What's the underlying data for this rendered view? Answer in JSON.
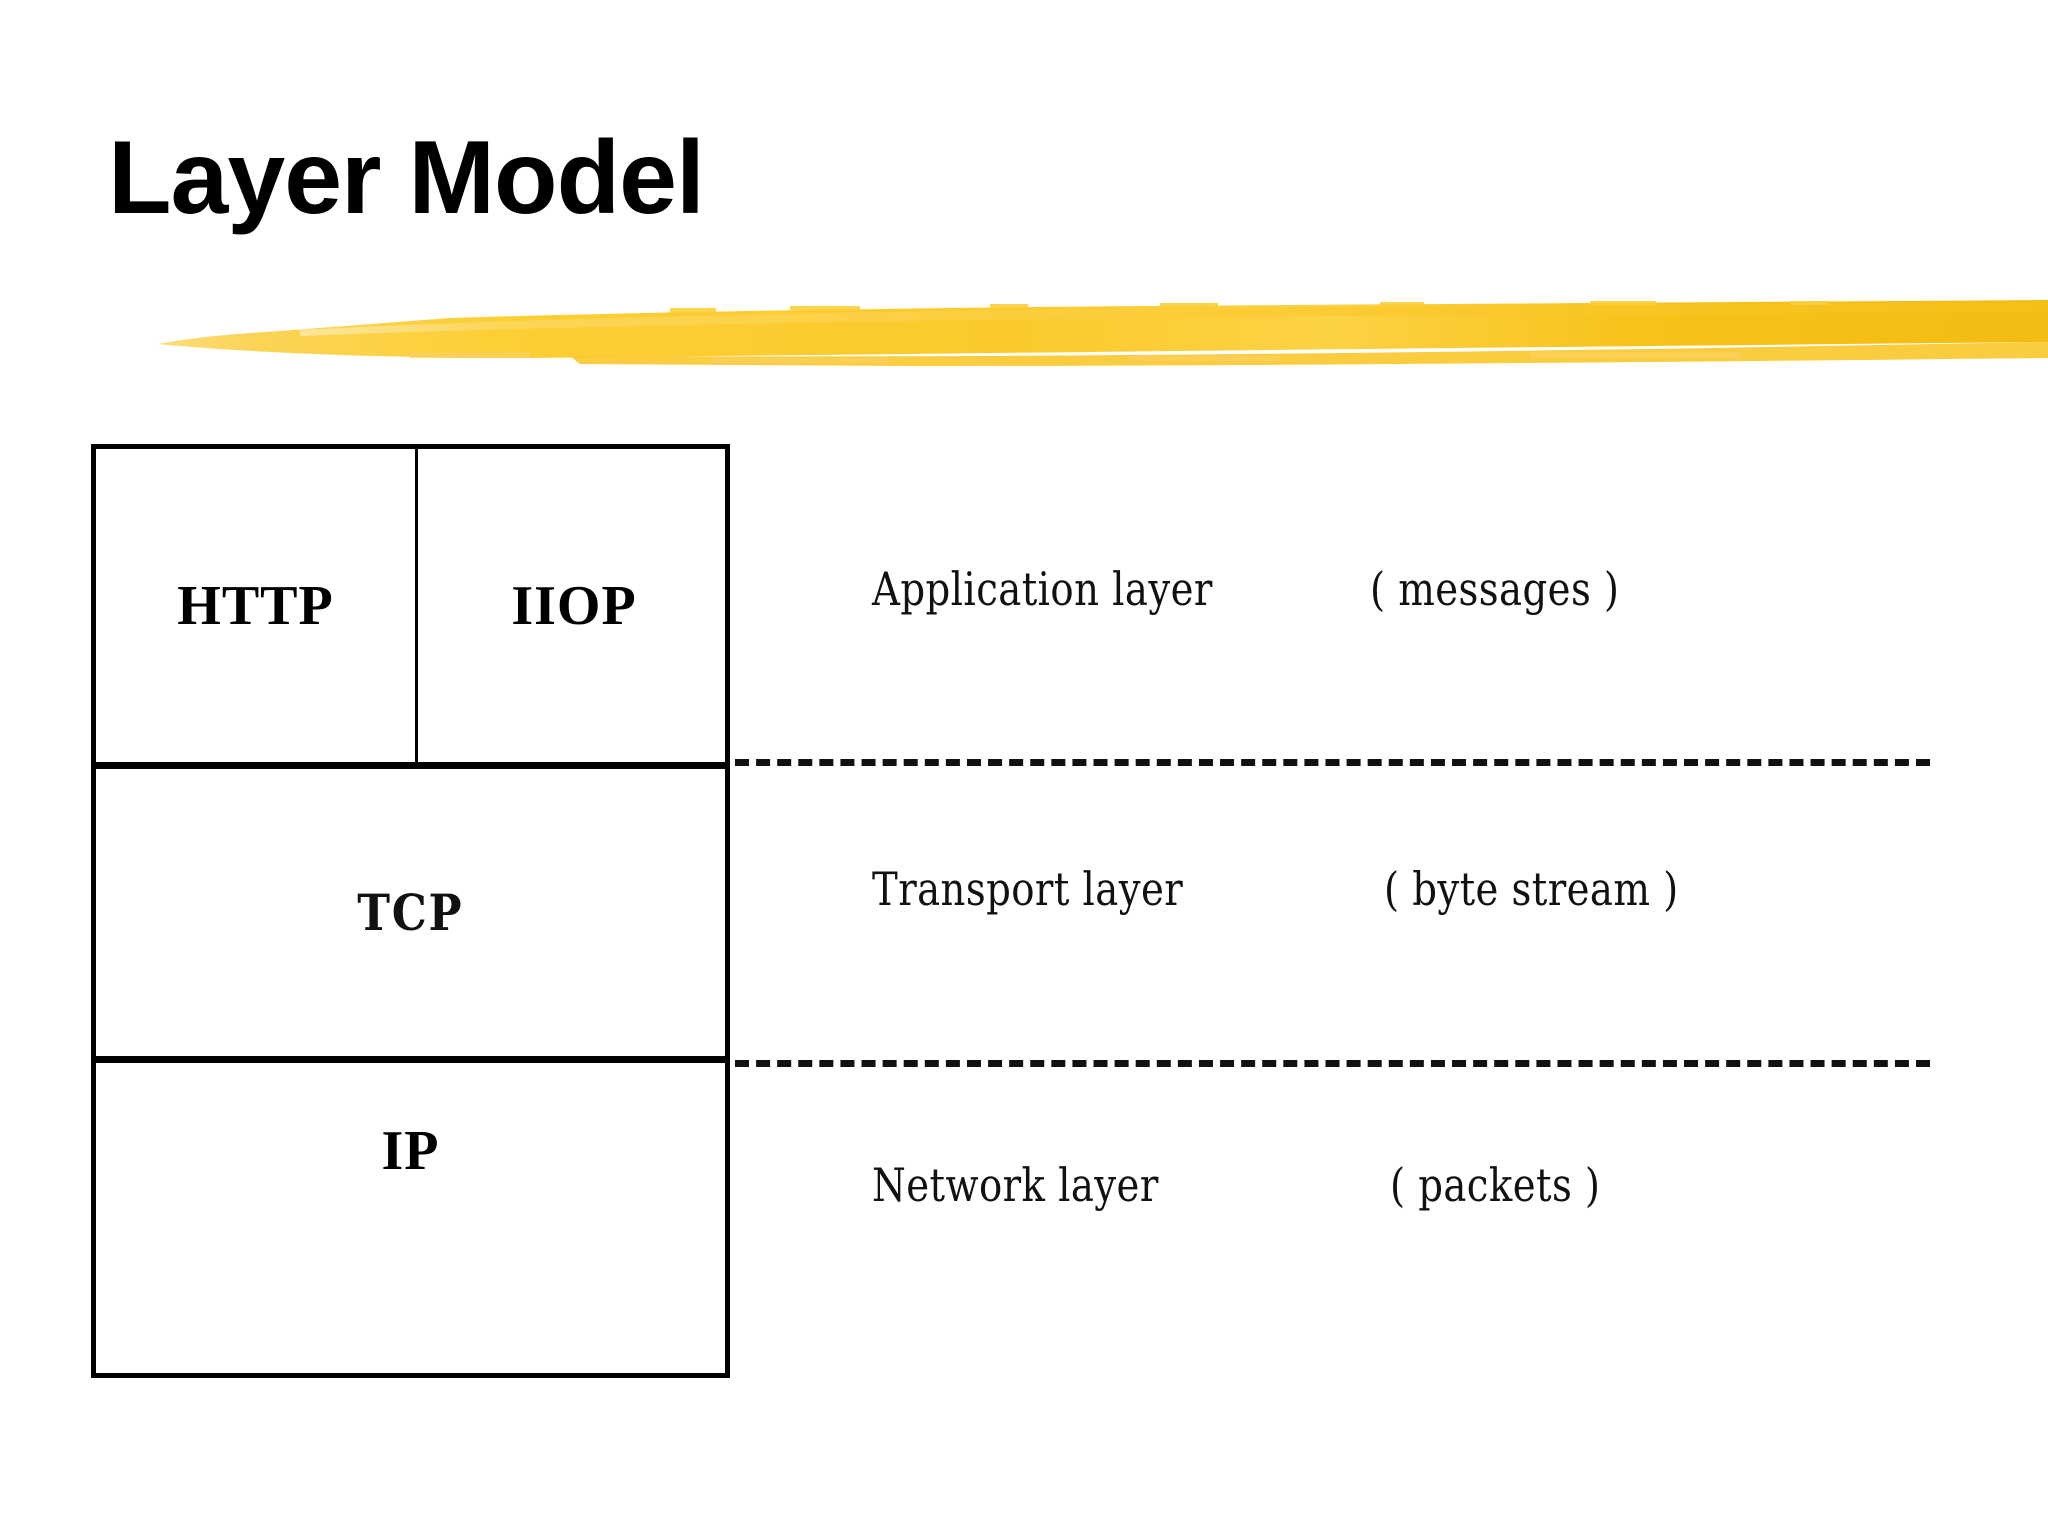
{
  "slide": {
    "title": "Layer Model",
    "accent_color": "#F5C518",
    "line_color": "#000000",
    "background_color": "#FFFFFF"
  },
  "stack": {
    "rows": [
      {
        "id": "application",
        "protocols": [
          "HTTP",
          "IIOP"
        ],
        "layer_name": "Application layer",
        "data_unit": "( messages )"
      },
      {
        "id": "transport",
        "protocols": [
          "TCP"
        ],
        "layer_name": "Transport layer",
        "data_unit": "( byte stream )"
      },
      {
        "id": "network",
        "protocols": [
          "IP"
        ],
        "layer_name": "Network layer",
        "data_unit": "( packets )"
      }
    ]
  }
}
